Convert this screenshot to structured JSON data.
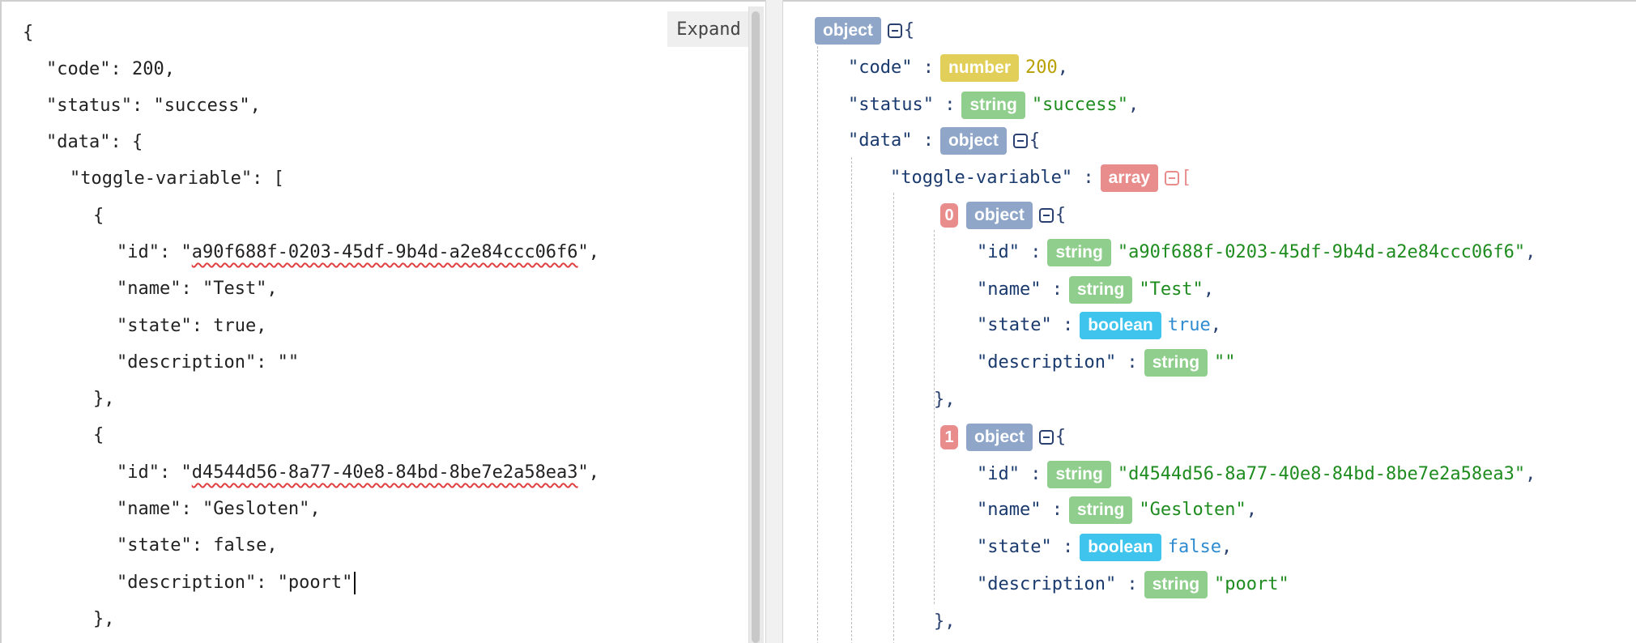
{
  "editor": {
    "expand_label": "Expand",
    "lines": [
      {
        "indent": 0,
        "text": "{"
      },
      {
        "indent": 1,
        "text": "\"code\": 200,"
      },
      {
        "indent": 1,
        "text": "\"status\": \"success\","
      },
      {
        "indent": 1,
        "text": "\"data\": {"
      },
      {
        "indent": 2,
        "text": "\"toggle-variable\": ["
      },
      {
        "indent": 3,
        "text": "{"
      },
      {
        "indent": 4,
        "pre": "\"id\": \"",
        "squiggle": "a90f688f-0203-45df-9b4d-a2e84ccc06f6",
        "post": "\","
      },
      {
        "indent": 4,
        "text": "\"name\": \"Test\","
      },
      {
        "indent": 4,
        "text": "\"state\": true,"
      },
      {
        "indent": 4,
        "text": "\"description\": \"\""
      },
      {
        "indent": 3,
        "text": "},"
      },
      {
        "indent": 3,
        "text": "{"
      },
      {
        "indent": 4,
        "pre": "\"id\": \"",
        "squiggle": "d4544d56-8a77-40e8-84bd-8be7e2a58ea3",
        "post": "\","
      },
      {
        "indent": 4,
        "text": "\"name\": \"Gesloten\","
      },
      {
        "indent": 4,
        "text": "\"state\": false,"
      },
      {
        "indent": 4,
        "text": "\"description\": \"poort\"",
        "caret": true
      },
      {
        "indent": 3,
        "text": "},"
      }
    ]
  },
  "viewer": {
    "lines": [
      {
        "indent": 0,
        "type": "object",
        "toggle": true,
        "open": "{"
      },
      {
        "indent": 1,
        "key": "\"code\"",
        "type": "number",
        "value": "200",
        "vclass": "num",
        "comma": ","
      },
      {
        "indent": 1,
        "key": "\"status\"",
        "type": "string",
        "value": "\"success\"",
        "vclass": "str",
        "comma": ","
      },
      {
        "indent": 1,
        "key": "\"data\"",
        "type": "object",
        "toggle": true,
        "open": "{"
      },
      {
        "indent": 2,
        "key": "\"toggle-variable\"",
        "type": "array",
        "toggle": true,
        "red": true,
        "open": "["
      },
      {
        "indent": 3,
        "index": "0",
        "type": "object",
        "toggle": true,
        "open": "{"
      },
      {
        "indent": 4,
        "key": "\"id\"",
        "type": "string",
        "value": "\"a90f688f-0203-45df-9b4d-a2e84ccc06f6\"",
        "vclass": "str",
        "comma": ","
      },
      {
        "indent": 4,
        "key": "\"name\"",
        "type": "string",
        "value": "\"Test\"",
        "vclass": "str",
        "comma": ","
      },
      {
        "indent": 4,
        "key": "\"state\"",
        "type": "boolean",
        "value": "true",
        "vclass": "bool",
        "comma": ","
      },
      {
        "indent": 4,
        "key": "\"description\"",
        "type": "string",
        "value": "\"\"",
        "vclass": "str",
        "comma": ""
      },
      {
        "indent": 3,
        "close": "},"
      },
      {
        "indent": 3,
        "index": "1",
        "type": "object",
        "toggle": true,
        "open": "{"
      },
      {
        "indent": 4,
        "key": "\"id\"",
        "type": "string",
        "value": "\"d4544d56-8a77-40e8-84bd-8be7e2a58ea3\"",
        "vclass": "str",
        "comma": ","
      },
      {
        "indent": 4,
        "key": "\"name\"",
        "type": "string",
        "value": "\"Gesloten\"",
        "vclass": "str",
        "comma": ","
      },
      {
        "indent": 4,
        "key": "\"state\"",
        "type": "boolean",
        "value": "false",
        "vclass": "bool",
        "comma": ","
      },
      {
        "indent": 4,
        "key": "\"description\"",
        "type": "string",
        "value": "\"poort\"",
        "vclass": "str",
        "comma": ""
      },
      {
        "indent": 3,
        "close": "},"
      }
    ]
  },
  "colors": {
    "object": "#8fa6c9",
    "number": "#e2cf59",
    "string": "#8fce8c",
    "boolean": "#3fc4ee",
    "array": "#e98c8c"
  }
}
